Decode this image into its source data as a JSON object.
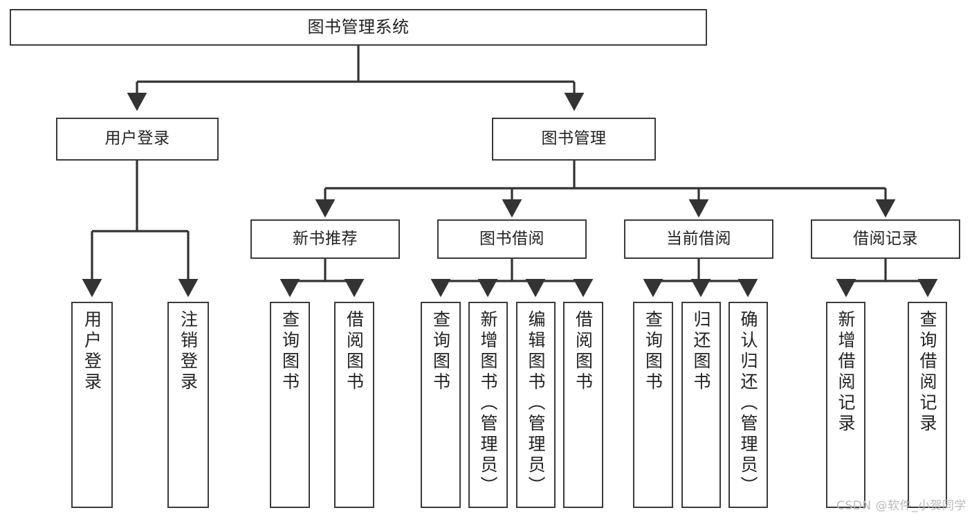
{
  "diagram": {
    "type": "tree-flowchart",
    "title": "图书管理系统",
    "watermark": "CSDN @软件_小贺同学",
    "colors": {
      "box_border": "#3a3a3a",
      "line": "#333333",
      "background": "#ffffff",
      "text": "#222222",
      "watermark": "#b9b9b9"
    },
    "levels": {
      "level1": [
        "图书管理系统"
      ],
      "level2": [
        "用户登录",
        "图书管理"
      ],
      "level3": [
        "新书推荐",
        "图书借阅",
        "当前借阅",
        "借阅记录"
      ]
    },
    "nodes": {
      "root": {
        "label": "图书管理系统"
      },
      "user_login": {
        "label": "用户登录"
      },
      "book_manage": {
        "label": "图书管理"
      },
      "new_book_rec": {
        "label": "新书推荐"
      },
      "book_borrow": {
        "label": "图书借阅"
      },
      "current_borrow": {
        "label": "当前借阅"
      },
      "borrow_record": {
        "label": "借阅记录"
      },
      "leaf_1": {
        "label": "用户登录"
      },
      "leaf_2": {
        "label": "注销登录"
      },
      "leaf_3": {
        "label": "查询图书"
      },
      "leaf_4": {
        "label": "借阅图书"
      },
      "leaf_5": {
        "label": "查询图书"
      },
      "leaf_6": {
        "label": "新增图书（管理员）"
      },
      "leaf_7": {
        "label": "编辑图书（管理员）"
      },
      "leaf_8": {
        "label": "借阅图书"
      },
      "leaf_9": {
        "label": "查询图书"
      },
      "leaf_10": {
        "label": "归还图书"
      },
      "leaf_11": {
        "label": "确认归还（管理员）"
      },
      "leaf_12": {
        "label": "新增借阅记录"
      },
      "leaf_13": {
        "label": "查询借阅记录"
      }
    },
    "edges": [
      {
        "from": "root",
        "to": "user_login"
      },
      {
        "from": "root",
        "to": "book_manage"
      },
      {
        "from": "user_login",
        "to": "leaf_1"
      },
      {
        "from": "user_login",
        "to": "leaf_2"
      },
      {
        "from": "book_manage",
        "to": "new_book_rec"
      },
      {
        "from": "book_manage",
        "to": "book_borrow"
      },
      {
        "from": "book_manage",
        "to": "current_borrow"
      },
      {
        "from": "book_manage",
        "to": "borrow_record"
      },
      {
        "from": "new_book_rec",
        "to": "leaf_3"
      },
      {
        "from": "new_book_rec",
        "to": "leaf_4"
      },
      {
        "from": "book_borrow",
        "to": "leaf_5"
      },
      {
        "from": "book_borrow",
        "to": "leaf_6"
      },
      {
        "from": "book_borrow",
        "to": "leaf_7"
      },
      {
        "from": "book_borrow",
        "to": "leaf_8"
      },
      {
        "from": "current_borrow",
        "to": "leaf_9"
      },
      {
        "from": "current_borrow",
        "to": "leaf_10"
      },
      {
        "from": "current_borrow",
        "to": "leaf_11"
      },
      {
        "from": "borrow_record",
        "to": "leaf_12"
      },
      {
        "from": "borrow_record",
        "to": "leaf_13"
      }
    ]
  }
}
